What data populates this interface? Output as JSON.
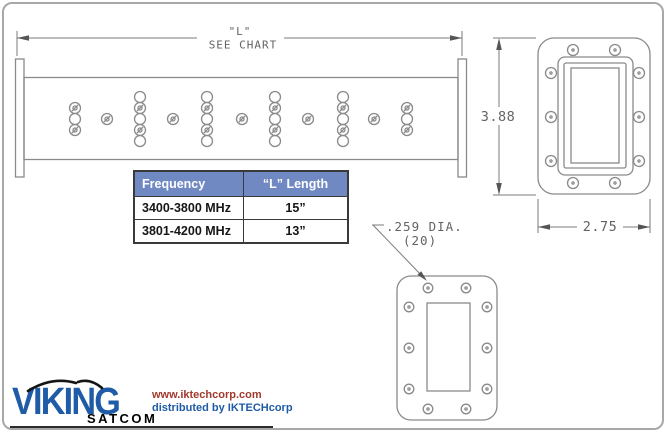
{
  "drawing": {
    "length_label": "\"L\"",
    "length_sublabel": "SEE CHART",
    "flange_height": "3.88",
    "flange_width": "2.75",
    "hole_diameter": ".259 DIA.",
    "hole_count": "(20)"
  },
  "chart_data": {
    "type": "table",
    "headers": [
      "Frequency",
      "“L” Length"
    ],
    "rows": [
      [
        "3400-3800 MHz",
        "15”"
      ],
      [
        "3801-4200 MHz",
        "13”"
      ]
    ]
  },
  "footer": {
    "brand": "VIKING",
    "brand_sub": "SATCOM",
    "website": "www.iktechcorp.com",
    "distributor": "distributed by IKTECHcorp"
  },
  "colors": {
    "table_header_bg": "#7189c2",
    "brand_blue": "#1f5ba6",
    "website_red": "#a03a2e",
    "drawing_line_gray": "#8a8a8a"
  }
}
